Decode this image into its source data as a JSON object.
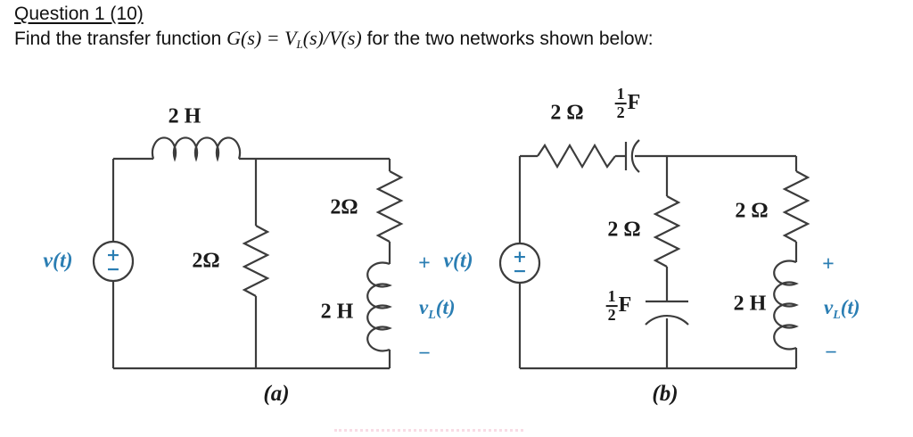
{
  "page": {
    "title": "Question 1 (10)",
    "prompt": {
      "prefix": "Find the transfer function ",
      "math_pre_sub": "G(s) = V",
      "math_sub": "L",
      "math_post_sub": "(s)/V(s)",
      "suffix": " for the two networks shown below:"
    }
  },
  "colors": {
    "wire": "#3c3c3c",
    "accent_blue": "#2b7eb3",
    "ink": "#1a1a1a"
  },
  "circuit_a": {
    "caption": "(a)",
    "source": {
      "label": "v(t)",
      "plus": "+",
      "minus": "−"
    },
    "top_inductor": "2 H",
    "mid_resistor": "2Ω",
    "right_resistor": "2Ω",
    "right_inductor": "2 H",
    "output": {
      "plus": "+",
      "v": "v",
      "sub": "L",
      "of_t": "(t)",
      "minus": "−"
    }
  },
  "circuit_b": {
    "caption": "(b)",
    "source": {
      "label": "v(t)",
      "plus": "+",
      "minus": "−"
    },
    "top_resistor": "2 Ω",
    "top_capacitor": {
      "num": "1",
      "den": "2",
      "unit": "F"
    },
    "mid_resistor": "2 Ω",
    "mid_capacitor": {
      "num": "1",
      "den": "2",
      "unit": "F"
    },
    "right_resistor": "2 Ω",
    "right_inductor": "2 H",
    "output": {
      "plus": "+",
      "v": "v",
      "sub": "L",
      "of_t": "(t)",
      "minus": "−"
    }
  }
}
